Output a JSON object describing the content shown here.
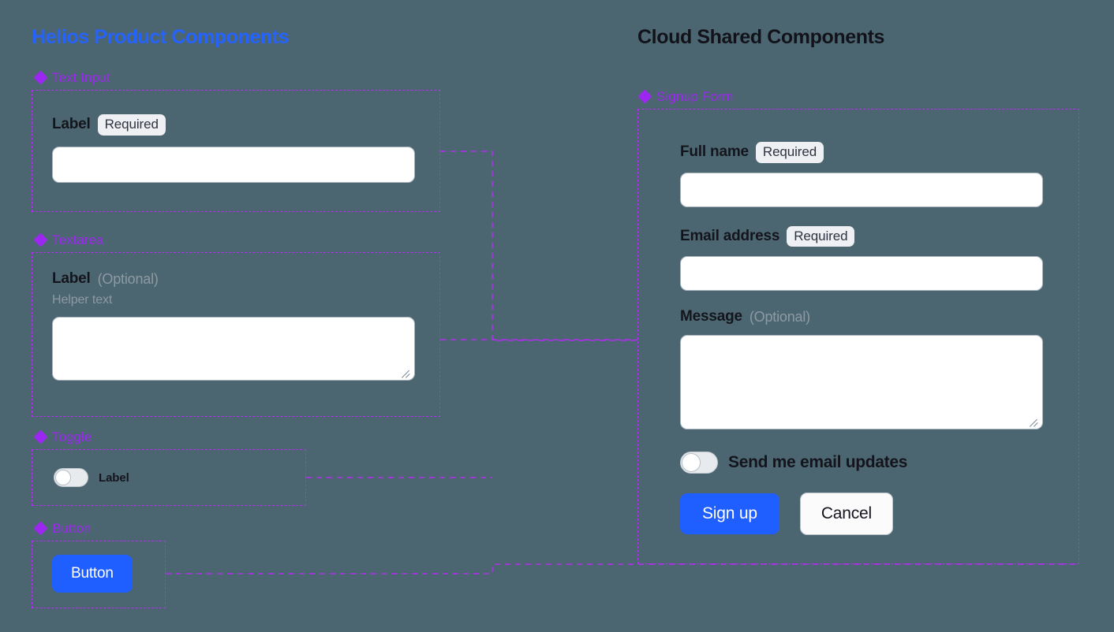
{
  "canvas": {
    "background_color": "#4c6671",
    "connector_color": "#b12ff0",
    "accent_blue": "#2563ff",
    "accent_purple": "#9c27f0",
    "primary_button_color": "#1f5eff"
  },
  "left_panel": {
    "title": "Helios Product Components",
    "groups": [
      {
        "icon": "diamond-icon",
        "label": "Text Input"
      },
      {
        "icon": "diamond-icon",
        "label": "Textarea"
      },
      {
        "icon": "diamond-icon",
        "label": "Toggle"
      },
      {
        "icon": "diamond-icon",
        "label": "Button"
      }
    ],
    "text_input": {
      "label": "Label",
      "badge": "Required",
      "value": "",
      "placeholder": ""
    },
    "textarea": {
      "label": "Label",
      "optional_tag": "(Optional)",
      "helper_text": "Helper text",
      "value": "",
      "placeholder": ""
    },
    "toggle": {
      "label": "Label",
      "state": "off"
    },
    "button": {
      "label": "Button"
    }
  },
  "right_panel": {
    "title": "Cloud Shared Components",
    "group": {
      "icon": "diamond-icon",
      "label": "Signup Form"
    },
    "form": {
      "full_name": {
        "label": "Full name",
        "badge": "Required",
        "value": "",
        "placeholder": ""
      },
      "email": {
        "label": "Email address",
        "badge": "Required",
        "value": "",
        "placeholder": ""
      },
      "message": {
        "label": "Message",
        "optional_tag": "(Optional)",
        "value": "",
        "placeholder": ""
      },
      "email_updates_toggle": {
        "label": "Send me email updates",
        "state": "off"
      },
      "submit_button": "Sign up",
      "cancel_button": "Cancel"
    }
  }
}
